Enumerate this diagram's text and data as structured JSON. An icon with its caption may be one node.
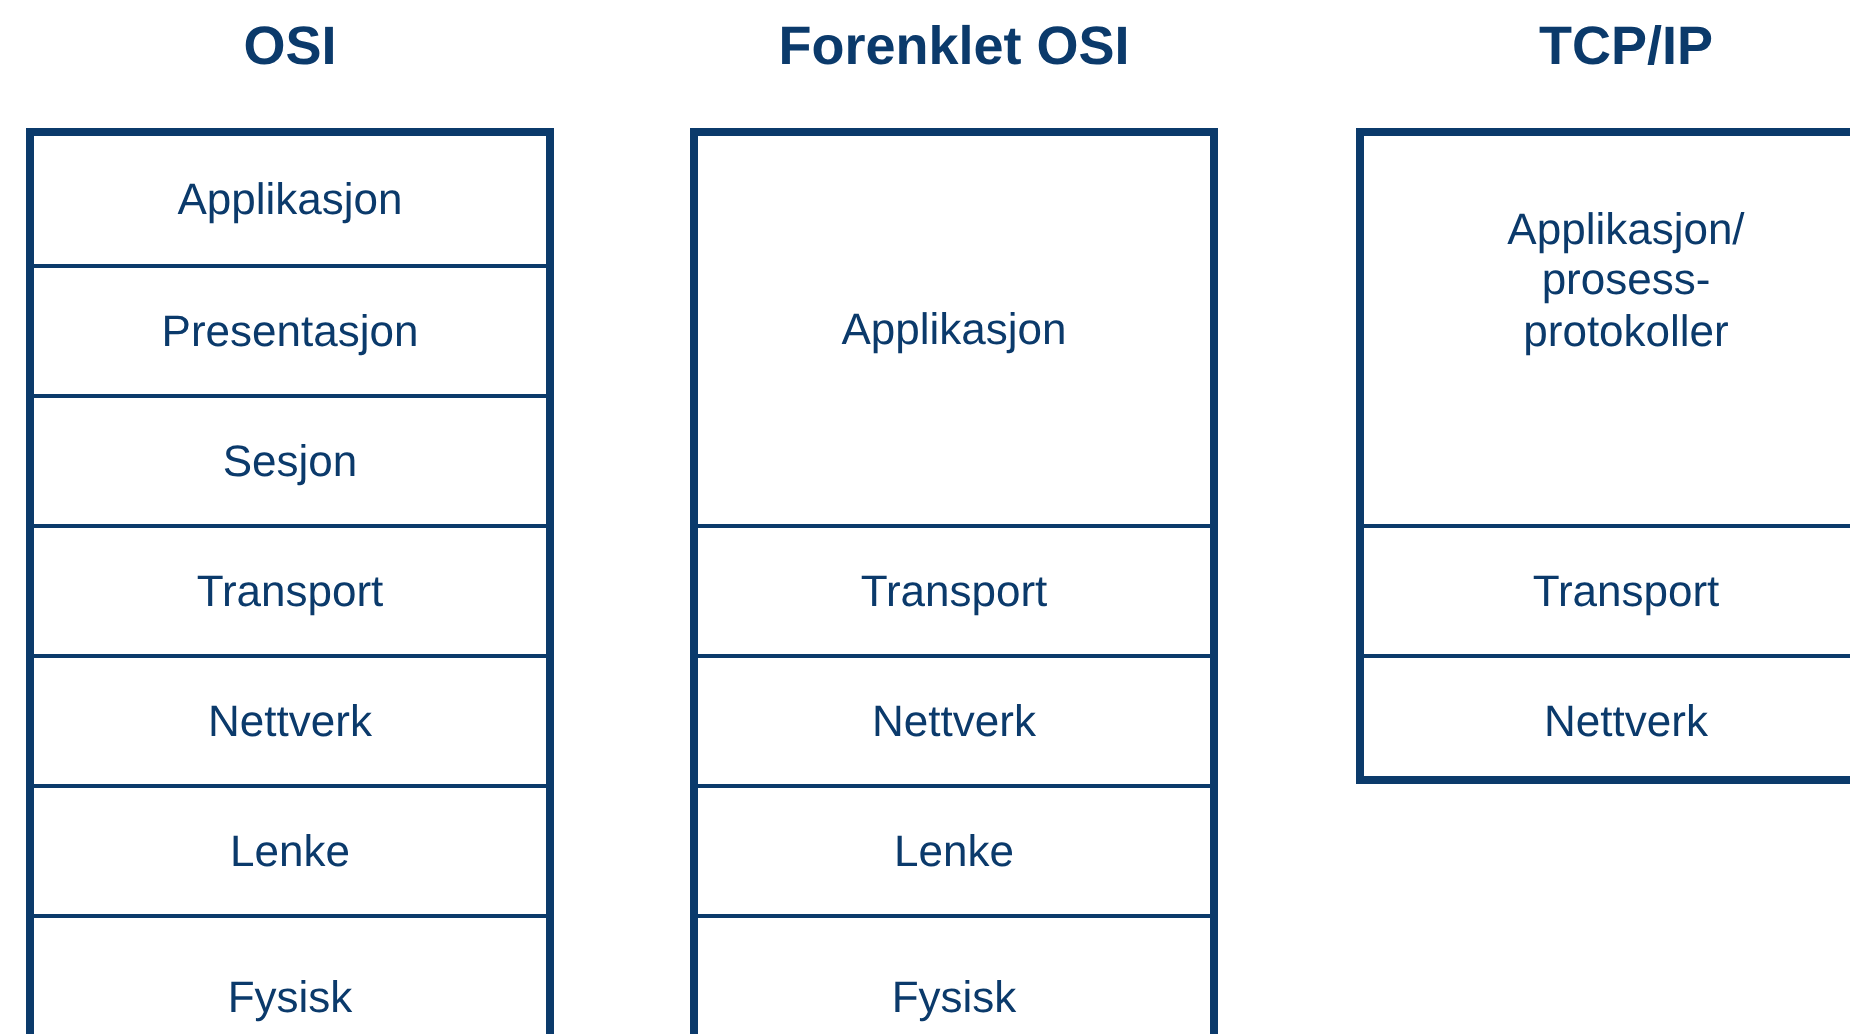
{
  "diagram": {
    "nodes": [
      {
        "text": [
          "OSI"
        ]
      },
      {
        "text": [
          "Applikasjon"
        ],
        "in": 0
      },
      {
        "text": [
          "Presentasjon"
        ],
        "in": 0
      },
      {
        "text": [
          "Sesjon"
        ],
        "in": 0
      },
      {
        "text": [
          "Transport"
        ],
        "in": 0
      },
      {
        "text": [
          "Nettverk"
        ],
        "in": 0
      },
      {
        "text": [
          "Lenke"
        ],
        "in": 0
      },
      {
        "text": [
          "Fysisk"
        ],
        "in": 0
      },
      {
        "text": [
          "Forenklet OSI"
        ]
      },
      {
        "text": [
          "Applikasjon"
        ],
        "in": 8
      },
      {
        "text": [
          "Transport"
        ],
        "in": 8
      },
      {
        "text": [
          "Nettverk"
        ],
        "in": 8
      },
      {
        "text": [
          "Lenke"
        ],
        "in": 8
      },
      {
        "text": [
          "Fysisk"
        ],
        "in": 8
      },
      {
        "text": [
          "TCP/IP"
        ]
      },
      {
        "text": [
          "Applikasjon/ prosess- protokoller"
        ],
        "in": 14
      },
      {
        "text": [
          "Transport"
        ],
        "in": 14
      },
      {
        "text": [
          "Nettverk"
        ],
        "in": 14
      }
    ]
  }
}
